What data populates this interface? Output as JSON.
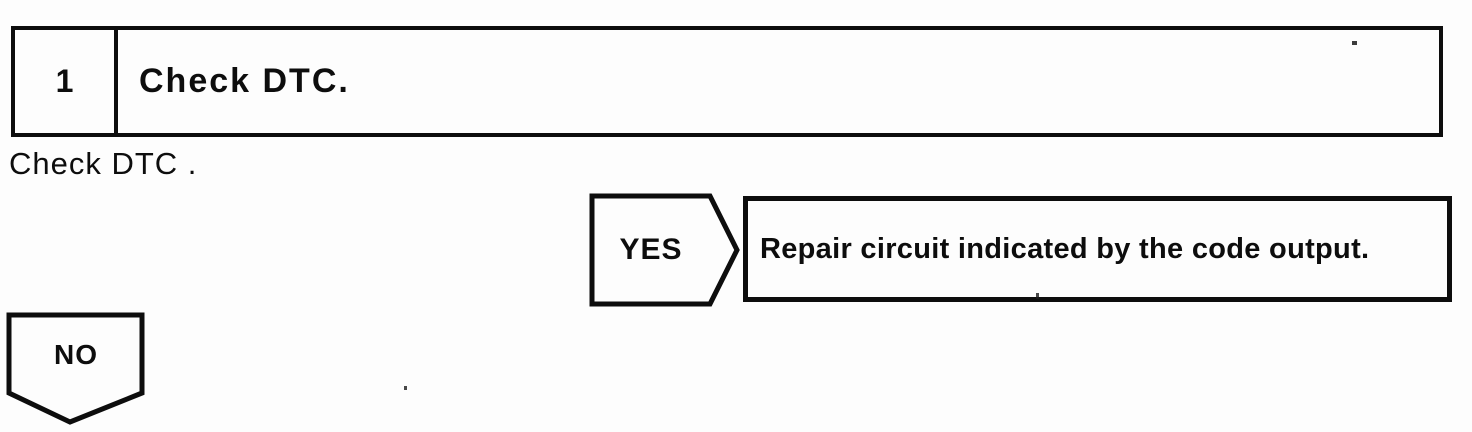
{
  "document": {
    "background": "#fdfdfd",
    "ink": "#0d0d0d"
  },
  "step": {
    "number": "1",
    "title": "Check DTC."
  },
  "instruction": {
    "text": "Check DTC ."
  },
  "branches": {
    "yes": {
      "label": "YES",
      "action": "Repair circuit indicated by the code output."
    },
    "no": {
      "label": "NO"
    }
  }
}
